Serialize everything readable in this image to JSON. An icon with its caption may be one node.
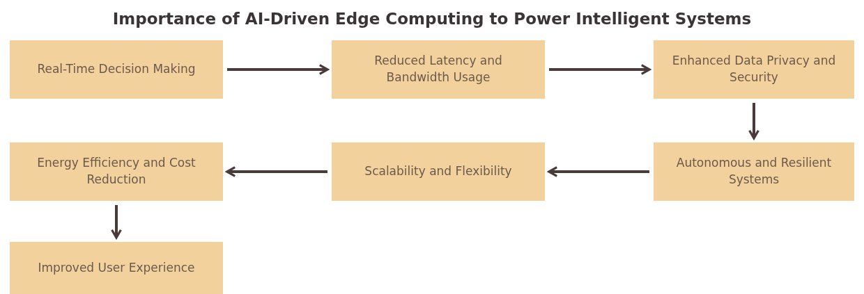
{
  "diagram": {
    "title": "Importance of AI-Driven Edge Computing to Power Intelligent Systems",
    "nodes": [
      {
        "text": [
          "Real-Time Decision Making"
        ]
      },
      {
        "text": [
          "Reduced Latency and Bandwidth Usage"
        ]
      },
      {
        "text": [
          "Enhanced Data Privacy and Security"
        ]
      },
      {
        "text": [
          "Autonomous and Resilient Systems"
        ]
      },
      {
        "text": [
          "Scalability and Flexibility"
        ]
      },
      {
        "text": [
          "Energy Efficiency and Cost Reduction"
        ]
      },
      {
        "text": [
          "Improved User Experience"
        ]
      }
    ],
    "edges": [
      {
        "from": 0,
        "to": 1,
        "arrow": "to"
      },
      {
        "from": 1,
        "to": 2,
        "arrow": "to"
      },
      {
        "from": 2,
        "to": 3,
        "arrow": "to"
      },
      {
        "from": 3,
        "to": 4,
        "arrow": "to"
      },
      {
        "from": 4,
        "to": 5,
        "arrow": "to"
      },
      {
        "from": 5,
        "to": 6,
        "arrow": "to"
      }
    ]
  }
}
